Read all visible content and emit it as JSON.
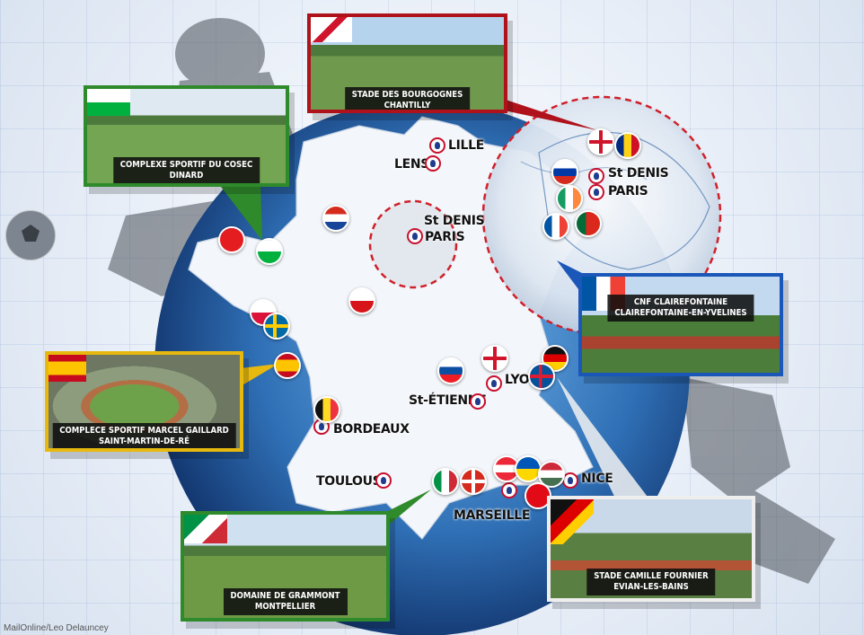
{
  "map": {
    "cities": {
      "lille": "LILLE",
      "lens": "LENS",
      "stdenis_main": "St DENIS",
      "paris_main": "PARIS",
      "stdenis_zoom": "St DENIS",
      "paris_zoom": "PARIS",
      "lyon": "LYON",
      "st_etienne": "St-ÉTIENNE",
      "bordeaux": "BORDEAUX",
      "toulouse": "TOULOUSE",
      "marseille": "MARSEILLE",
      "nice": "NICE"
    },
    "flags": [
      "wales",
      "albania",
      "croatia",
      "czech-republic",
      "switzerland-red",
      "sweden",
      "spain",
      "belgium",
      "slovakia",
      "northern-ireland",
      "germany",
      "iceland",
      "italy",
      "switzerland",
      "poland",
      "ukraine",
      "hungary",
      "turkey",
      "austria",
      "england",
      "romania",
      "russia",
      "ireland",
      "france",
      "portugal"
    ],
    "colors": {
      "ocean_glow": "#5aa0dc",
      "land": "#f4f7fb",
      "map_circle": "#2f6fb5",
      "ring": "#d0202a"
    }
  },
  "panels": {
    "chantilly": {
      "name": "STADE DES BOURGOGNES",
      "place": "CHANTILLY",
      "border": "#b0121b"
    },
    "dinard": {
      "name": "COMPLEXE SPORTIF DU COSEC",
      "place": "DINARD",
      "border": "#2f8a2c"
    },
    "clairefontaine": {
      "name": "CNF CLAIREFONTAINE",
      "place": "CLAIREFONTAINE-EN-YVELINES",
      "border": "#1b57b8"
    },
    "saint_martin": {
      "name": "COMPLECE SPORTIF MARCEL GAILLARD",
      "place": "SAINT-MARTIN-DE-RÉ",
      "border": "#e7b90f"
    },
    "montpellier": {
      "name": "DOMAINE DE GRAMMONT",
      "place": "MONTPELLIER",
      "border": "#2f8a2c"
    },
    "evian": {
      "name": "STADE CAMILLE FOURNIER",
      "place": "EVIAN-LES-BAINS",
      "border": "#eeeeee"
    }
  },
  "credit": "MailOnline/Leo Delauncey"
}
